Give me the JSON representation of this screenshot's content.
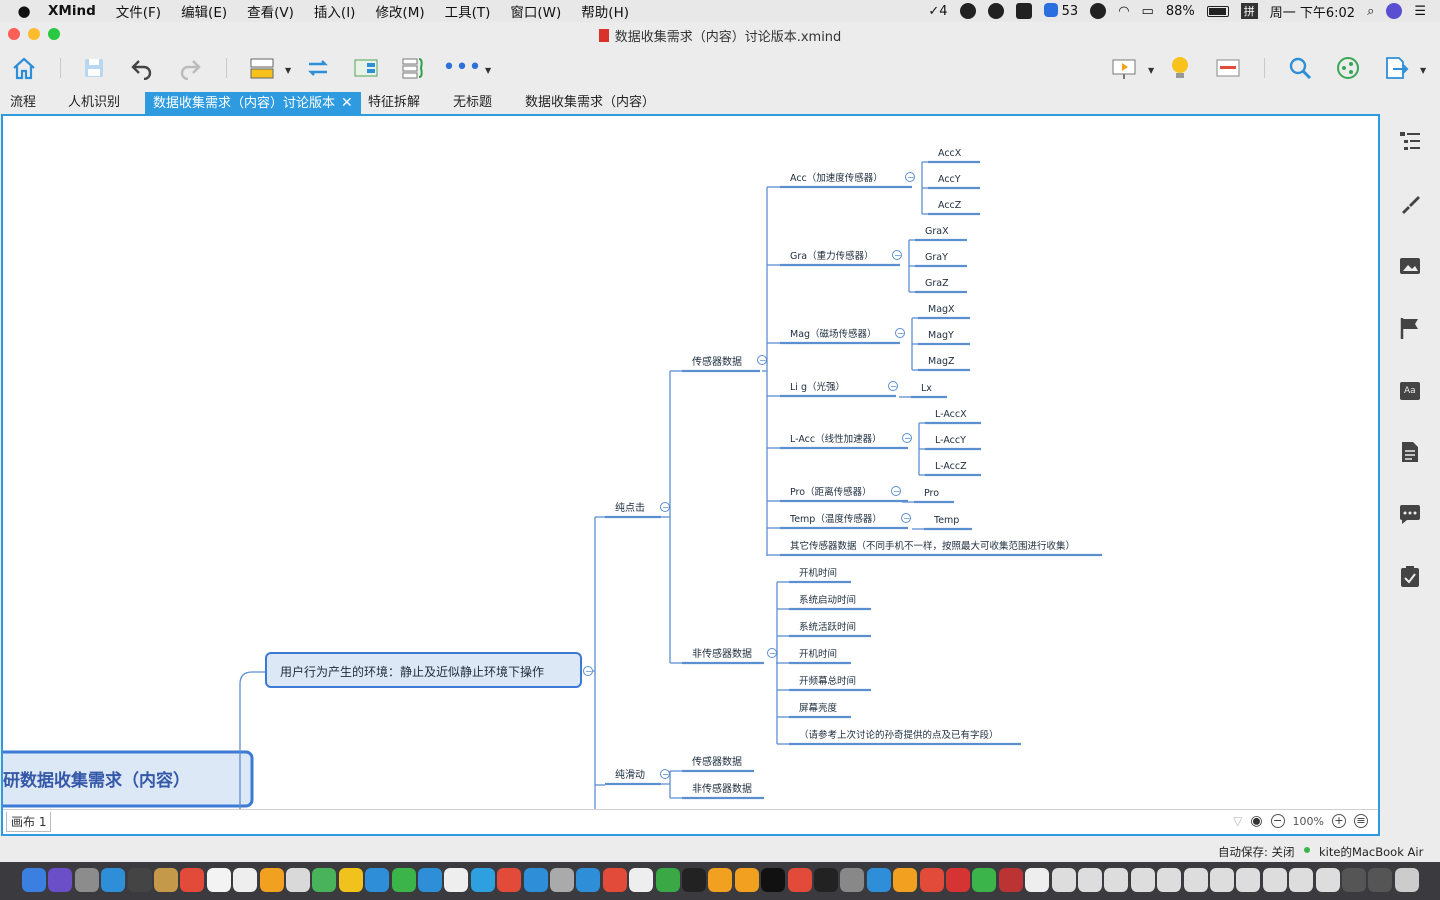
{
  "menubar": {
    "app_name": "XMind",
    "menus": [
      "文件(F)",
      "编辑(E)",
      "查看(V)",
      "插入(I)",
      "修改(M)",
      "工具(T)",
      "窗口(W)",
      "帮助(H)"
    ],
    "status": {
      "todo_count": "4",
      "notif_count": "53",
      "battery": "88%",
      "input_method": "拼",
      "clock": "周一 下午6:02"
    }
  },
  "window": {
    "title": "数据收集需求（内容）讨论版本.xmind"
  },
  "tabs": [
    {
      "label": "流程"
    },
    {
      "label": "人机识别"
    },
    {
      "label": "数据收集需求（内容）讨论版本",
      "close": "✕"
    },
    {
      "label": "特征拆解"
    },
    {
      "label": "无标题"
    },
    {
      "label": "数据收集需求（内容）"
    }
  ],
  "map": {
    "central": "研数据收集需求（内容）",
    "main_topic": "用户行为产生的环境：静止及近似静止环境下操作",
    "branch_click": "纯点击",
    "branch_swipe": "纯滑动",
    "sensor_data": "传感器数据",
    "non_sensor_data": "非传感器数据",
    "sensors": {
      "acc": "Acc（加速度传感器）",
      "gra": "Gra（重力传感器）",
      "mag": "Mag（磁场传感器）",
      "lig": "Li g（光强）",
      "lacc": "L-Acc（线性加速器）",
      "pro": "Pro（距离传感器）",
      "temp": "Temp（温度传感器）",
      "other": "其它传感器数据（不同手机不一样，按照最大可收集范围进行收集）"
    },
    "axes": {
      "acc": [
        "AccX",
        "AccY",
        "AccZ"
      ],
      "gra": [
        "GraX",
        "GraY",
        "GraZ"
      ],
      "mag": [
        "MagX",
        "MagY",
        "MagZ"
      ],
      "lig": [
        "Lx"
      ],
      "lacc": [
        "L-AccX",
        "L-AccY",
        "L-AccZ"
      ],
      "pro": [
        "Pro"
      ],
      "temp": [
        "Temp"
      ]
    },
    "non_sensor_items": [
      "开机时间",
      "系统启动时间",
      "系统活跃时间",
      "开机时间",
      "开频幕总时间",
      "屏幕亮度",
      "（请参考上次讨论的孙奇提供的点及已有字段）"
    ],
    "swipe_children": [
      "传感器数据",
      "非传感器数据"
    ],
    "collapse_glyph": "−"
  },
  "statusbar": {
    "sheet": "画布 1",
    "zoom": "100%",
    "zoom_out": "−",
    "zoom_in": "+"
  },
  "app_status": {
    "autosave": "自动保存: 关闭",
    "device": "kite的MacBook Air"
  },
  "colors": {
    "accent": "#2e9be0",
    "central_fill": "#dce8f5",
    "central_border": "#3c7ad6",
    "line": "#5b8fd0",
    "text": "#1e2d3d"
  }
}
